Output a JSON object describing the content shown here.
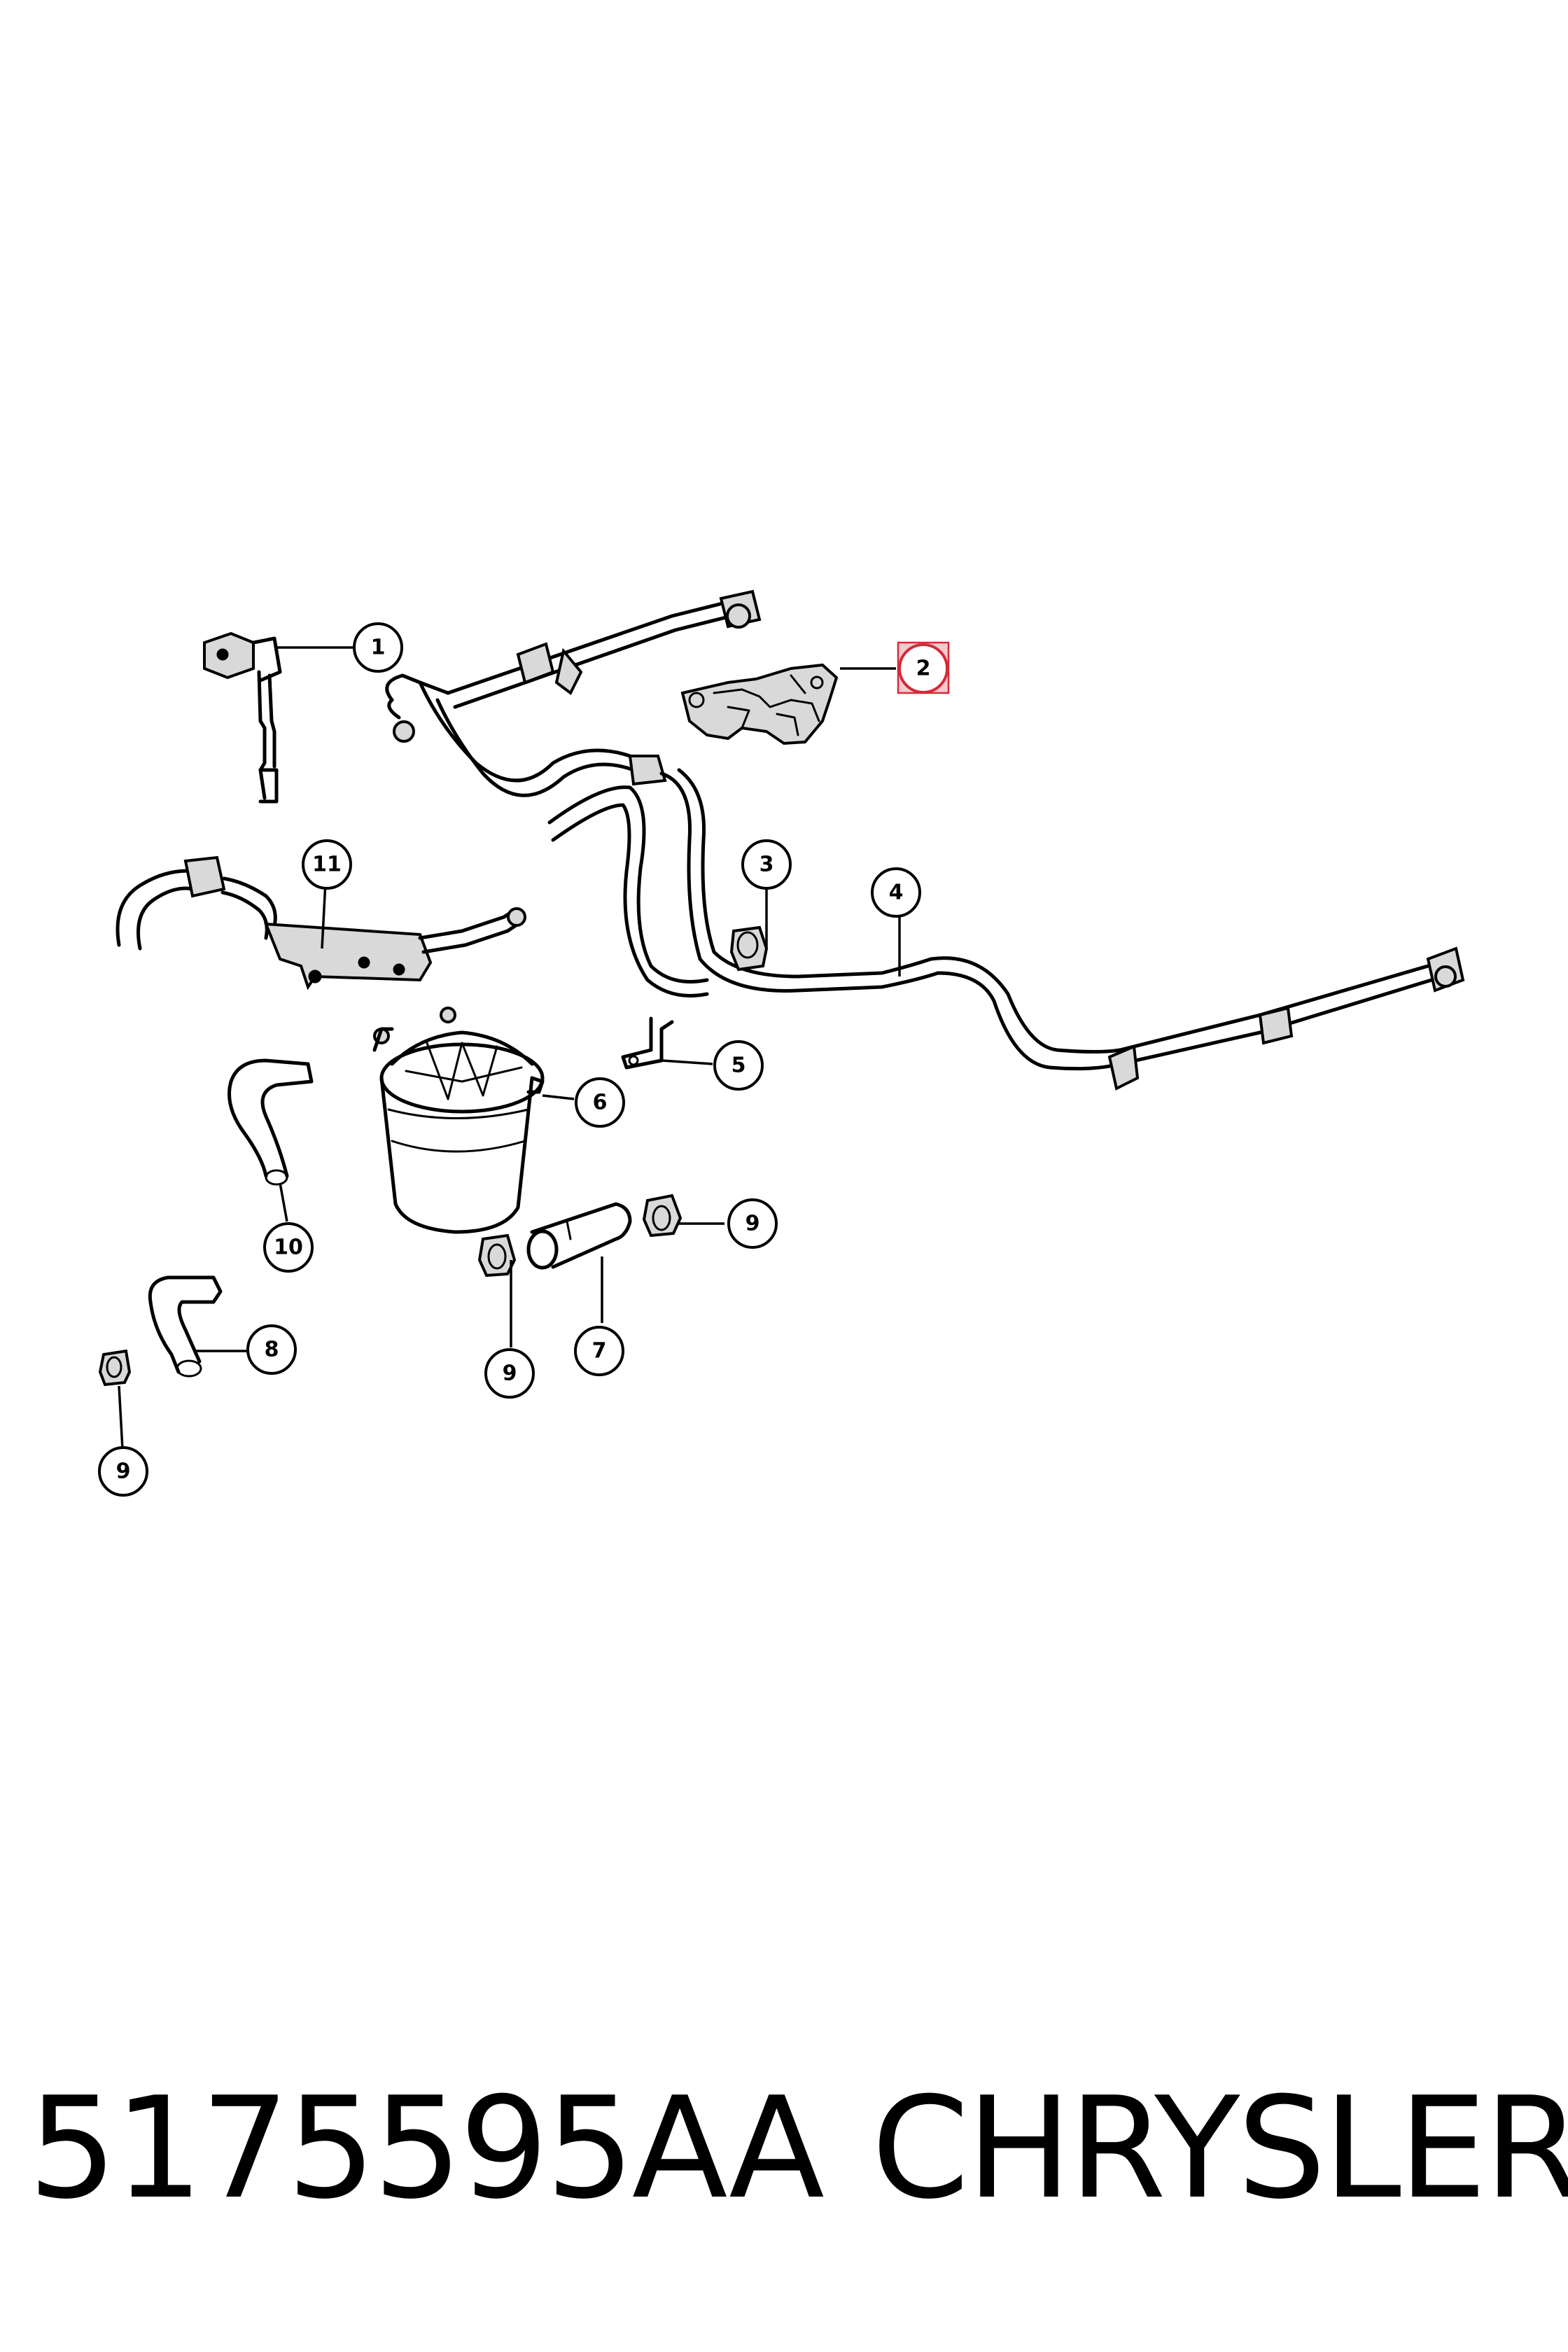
{
  "diagram": {
    "callouts": [
      {
        "id": "c1",
        "label": "1",
        "highlighted": false
      },
      {
        "id": "c2",
        "label": "2",
        "highlighted": true
      },
      {
        "id": "c3",
        "label": "3",
        "highlighted": false
      },
      {
        "id": "c4",
        "label": "4",
        "highlighted": false
      },
      {
        "id": "c5",
        "label": "5",
        "highlighted": false
      },
      {
        "id": "c6",
        "label": "6",
        "highlighted": false
      },
      {
        "id": "c7",
        "label": "7",
        "highlighted": false
      },
      {
        "id": "c8",
        "label": "8",
        "highlighted": false
      },
      {
        "id": "c9a",
        "label": "9",
        "highlighted": false
      },
      {
        "id": "c9b",
        "label": "9",
        "highlighted": false
      },
      {
        "id": "c9c",
        "label": "9",
        "highlighted": false
      },
      {
        "id": "c10",
        "label": "10",
        "highlighted": false
      },
      {
        "id": "c11",
        "label": "11",
        "highlighted": false
      }
    ],
    "highlight_color": "#d42a3a"
  },
  "footer": {
    "part_number": "5175595AA",
    "brand": "CHRYSLER"
  }
}
